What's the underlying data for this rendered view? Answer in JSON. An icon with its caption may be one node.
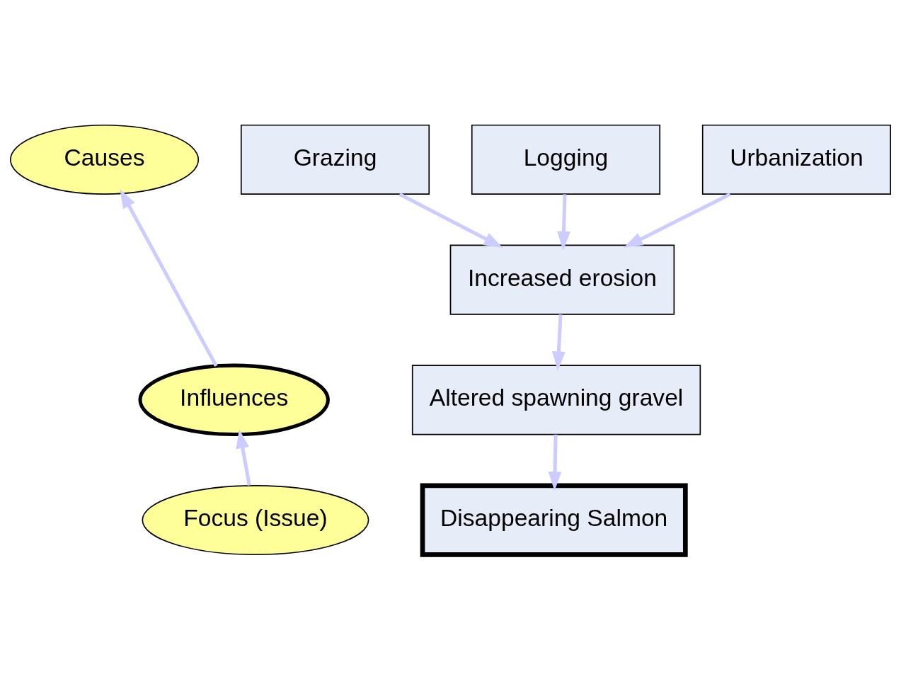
{
  "diagram": {
    "nodes": [
      {
        "text": [
          "Causes"
        ]
      },
      {
        "text": [
          "Influences"
        ]
      },
      {
        "text": [
          "Focus (Issue)"
        ]
      },
      {
        "text": [
          "Logging"
        ]
      },
      {
        "text": [
          "Grazing"
        ]
      },
      {
        "text": [
          "Urbanization"
        ]
      },
      {
        "text": [
          "Increased erosion"
        ]
      },
      {
        "text": [
          "Altered spawning gravel"
        ]
      },
      {
        "text": [
          "Disappearing Salmon"
        ]
      }
    ],
    "edges": [
      {
        "from": 2,
        "to": 1,
        "arrow": "to"
      },
      {
        "from": 1,
        "to": 0,
        "arrow": "to"
      },
      {
        "from": 4,
        "to": 6,
        "arrow": "to"
      },
      {
        "from": 3,
        "to": 6,
        "arrow": "to"
      },
      {
        "from": 5,
        "to": 6,
        "arrow": "to"
      },
      {
        "from": 6,
        "to": 7,
        "arrow": "to"
      },
      {
        "from": 7,
        "to": 8,
        "arrow": "to"
      }
    ]
  }
}
